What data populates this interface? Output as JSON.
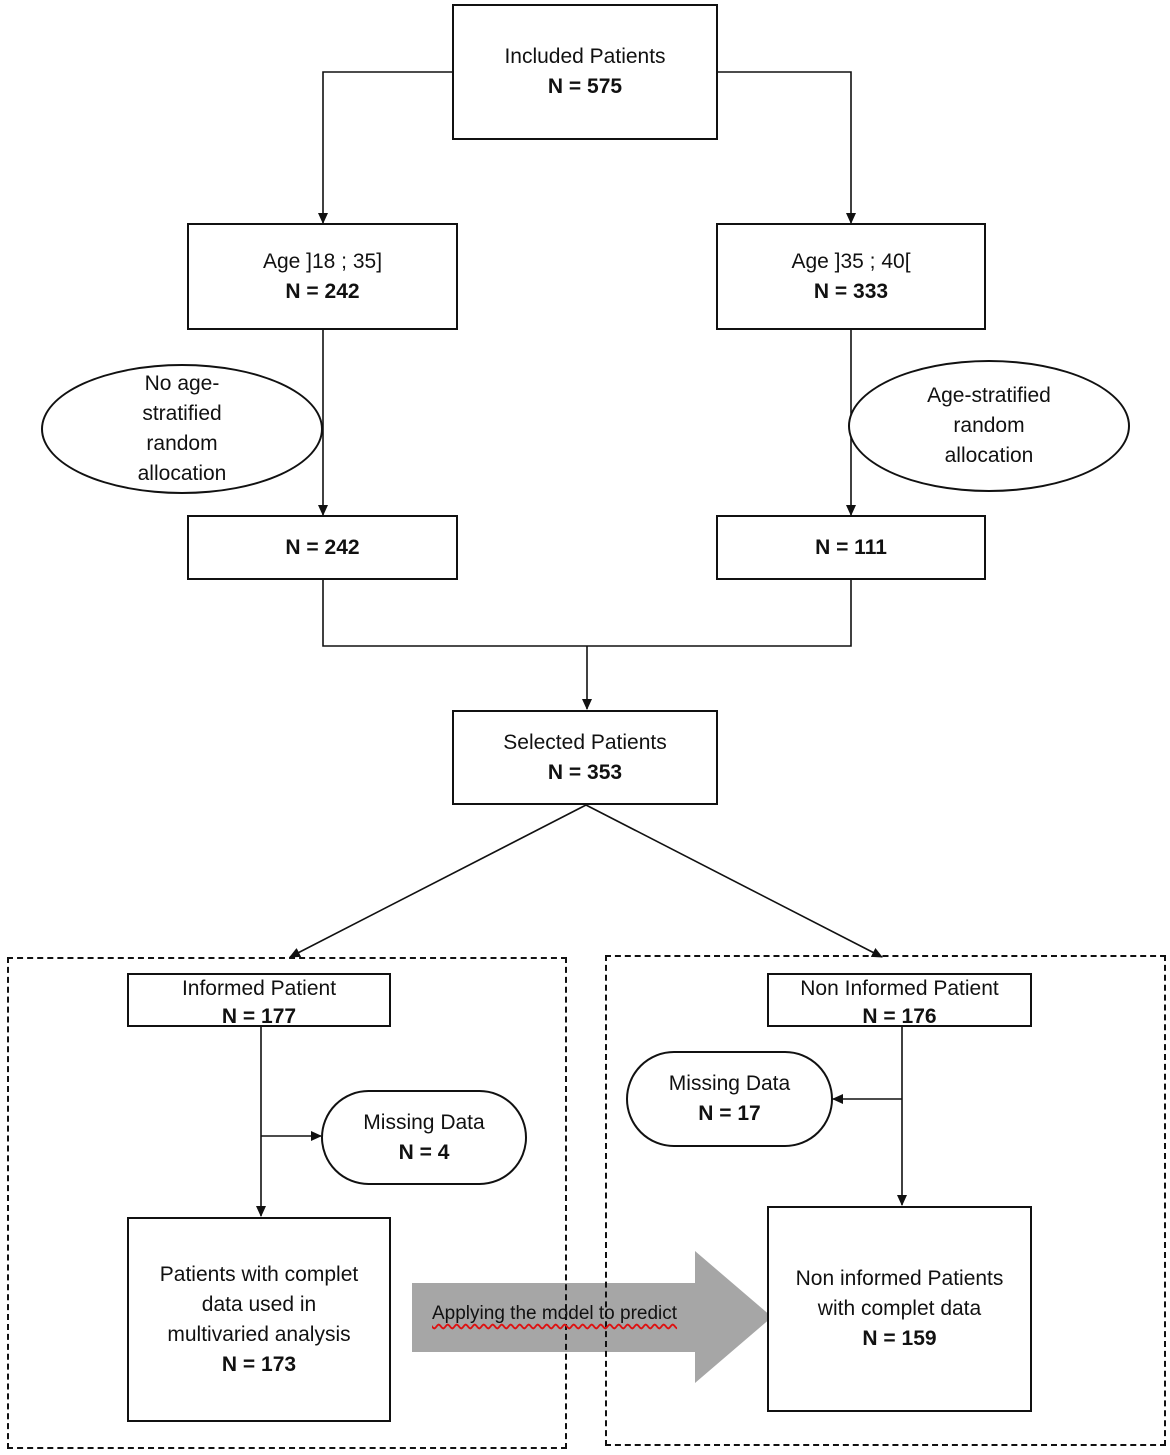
{
  "nodes": {
    "included": {
      "label": "Included Patients",
      "count": "N = 575"
    },
    "age_young": {
      "label": "Age ]18 ; 35]",
      "count": "N = 242"
    },
    "age_old": {
      "label": "Age ]35 ; 40[",
      "count": "N = 333"
    },
    "no_stratified": {
      "lines": [
        "No age-",
        "stratified",
        "random",
        "allocation"
      ]
    },
    "stratified": {
      "lines": [
        "Age-stratified",
        "random",
        "allocation"
      ]
    },
    "young_after": {
      "count": "N = 242"
    },
    "old_after": {
      "count": "N = 111"
    },
    "selected": {
      "label": "Selected Patients",
      "count": "N = 353"
    },
    "informed": {
      "label": "Informed Patient",
      "count": "N = 177"
    },
    "non_informed": {
      "label": "Non Informed Patient",
      "count": "N = 176"
    },
    "missing_informed": {
      "label": "Missing Data",
      "count": "N = 4"
    },
    "missing_non_informed": {
      "label": "Missing Data",
      "count": "N = 17"
    },
    "complete_informed": {
      "lines": [
        "Patients with complet",
        "data used in",
        "multivaried analysis"
      ],
      "count": "N = 173"
    },
    "complete_non_informed": {
      "lines": [
        "Non informed Patients",
        "with complet data"
      ],
      "count": "N = 159"
    }
  },
  "big_arrow": {
    "label": "Applying the model to predict",
    "color": "#a6a6a6"
  }
}
